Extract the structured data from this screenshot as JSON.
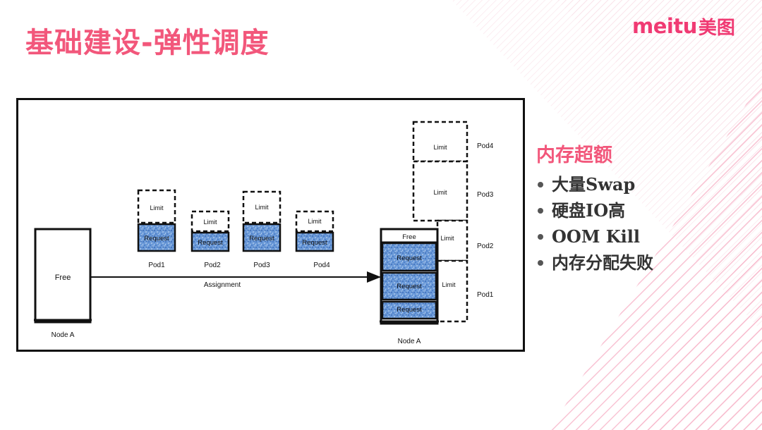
{
  "slide": {
    "title": "基础建设-弹性调度",
    "logo": {
      "latin": "meitu",
      "cjk": "美图"
    }
  },
  "diagram": {
    "left_node": {
      "label": "Node A",
      "free_label": "Free"
    },
    "arrow_label": "Assignment",
    "pods": [
      {
        "name": "Pod1",
        "limit_label": "Limit",
        "request_label": "Request"
      },
      {
        "name": "Pod2",
        "limit_label": "Limit",
        "request_label": "Request"
      },
      {
        "name": "Pod3",
        "limit_label": "Limit",
        "request_label": "Request"
      },
      {
        "name": "Pod4",
        "limit_label": "Limit",
        "request_label": "Request"
      }
    ],
    "right_node": {
      "label": "Node A",
      "free_label": "Free",
      "request_labels": [
        "Request",
        "Request",
        "Request"
      ],
      "limit_labels": [
        "Limit",
        "Limit",
        "Limit",
        "Limit"
      ],
      "pod_labels": [
        "Pod4",
        "Pod3",
        "Pod2",
        "Pod1"
      ]
    }
  },
  "bullets": {
    "heading": "内存超额",
    "items": [
      "大量Swap",
      "硬盘IO高",
      "OOM Kill",
      "内存分配失败"
    ]
  },
  "colors": {
    "accent": "#f2577b",
    "request_fill": "#4a7fc9",
    "stripe": "#f9c4d3"
  }
}
